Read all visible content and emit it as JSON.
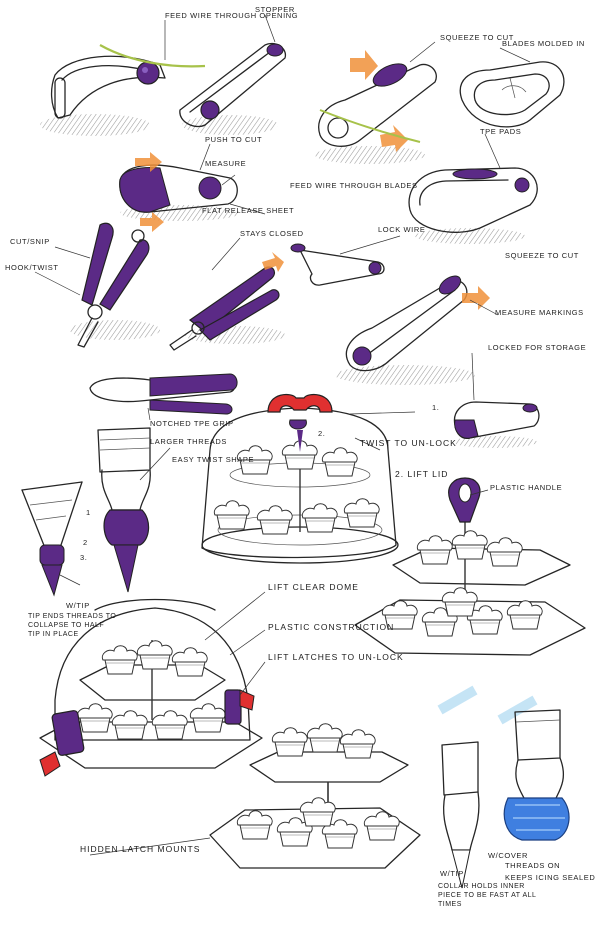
{
  "colors": {
    "purple": "#5b2a86",
    "purple_light": "#8a5fc0",
    "red": "#e03030",
    "orange": "#f0913a",
    "blue": "#3f7fe0",
    "green": "#a7c24a",
    "shadow": "#bdbdbd"
  },
  "labels": {
    "feed_wire": "FEED WIRE THROUGH OPENING",
    "stopper": "STOPPER",
    "squeeze_to_cut_1": "SQUEEZE TO CUT",
    "blades_molded": "BLADES MOLDED IN",
    "push_to_cut": "PUSH TO CUT",
    "measure": "MEASURE",
    "tpe_pads": "TPE PADS",
    "feed_wire_blades": "FEED WIRE THROUGH BLADES",
    "flat_release_sheet": "FLAT RELEASE SHEET",
    "cut_snip": "CUT/SNIP",
    "hook_twist": "HOOK/TWIST",
    "stays_closed": "STAYS CLOSED",
    "lock_wire": "LOCK WIRE",
    "squeeze_to_cut_2": "SQUEEZE TO CUT",
    "measure_markings": "MEASURE MARKINGS",
    "locked_storage": "LOCKED FOR STORAGE",
    "notched_grip": "NOTCHED TPE GRIP",
    "larger_threads": "LARGER THREADS",
    "easy_twist": "EASY TWIST SHAPE",
    "num_1": "1.",
    "num_2": "2.",
    "twist_unlock": "TWIST TO UN-LOCK",
    "lift_lid": "2. LIFT LID",
    "plastic_handle": "PLASTIC HANDLE",
    "small_1": "1",
    "small_2": "2",
    "small_3": "3.",
    "w_tip": "W/TIP",
    "tip_threads_note": "TIP ENDS THREADS TO COLLAPSE TO HALF TIP IN PLACE",
    "lift_clear_dome": "LIFT CLEAR DOME",
    "plastic_construction": "PLASTIC CONSTRUCTION",
    "lift_latches": "LIFT LATCHES TO UN-LOCK",
    "hidden_latch": "HIDDEN LATCH MOUNTS",
    "w_cover": "W/COVER",
    "w_tip_2": "W/TIP",
    "threads_on": "THREADS ON",
    "keeps_icing_sealed": "KEEPS ICING SEALED",
    "collar_note": "COLLAR HOLDS INNER PIECE TO BE FAST AT ALL TIMES"
  }
}
